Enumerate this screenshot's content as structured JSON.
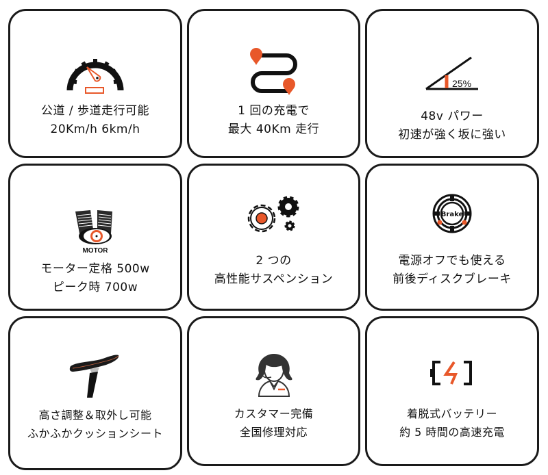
{
  "colors": {
    "accent": "#e8582a",
    "stroke": "#111111",
    "border": "#1a1a1a",
    "background": "#ffffff"
  },
  "features": [
    {
      "icon": "speedometer-icon",
      "lines": [
        "公道 / 歩道走行可能",
        "20Km/h 6km/h"
      ]
    },
    {
      "icon": "route-icon",
      "lines": [
        "1 回の充電で",
        "最大 40Km 走行"
      ]
    },
    {
      "icon": "slope-icon",
      "icon_label": "25%",
      "lines": [
        "48v パワー",
        "初速が強く坂に強い"
      ]
    },
    {
      "icon": "motor-icon",
      "icon_label": "MOTOR",
      "lines": [
        "モーター定格 500w",
        "ピーク時 700w"
      ]
    },
    {
      "icon": "gears-icon",
      "lines": [
        "2 つの",
        "高性能サスペンション"
      ]
    },
    {
      "icon": "brake-disc-icon",
      "icon_label": "Brake",
      "lines": [
        "電源オフでも使える",
        "前後ディスクブレーキ"
      ]
    },
    {
      "icon": "saddle-icon",
      "lines": [
        "高さ調整＆取外し可能",
        "ふかふかクッションシート"
      ]
    },
    {
      "icon": "support-operator-icon",
      "lines": [
        "カスタマー完備",
        "全国修理対応"
      ]
    },
    {
      "icon": "battery-charging-icon",
      "lines": [
        "着脱式バッテリー",
        "約 5 時間の高速充電"
      ]
    }
  ]
}
